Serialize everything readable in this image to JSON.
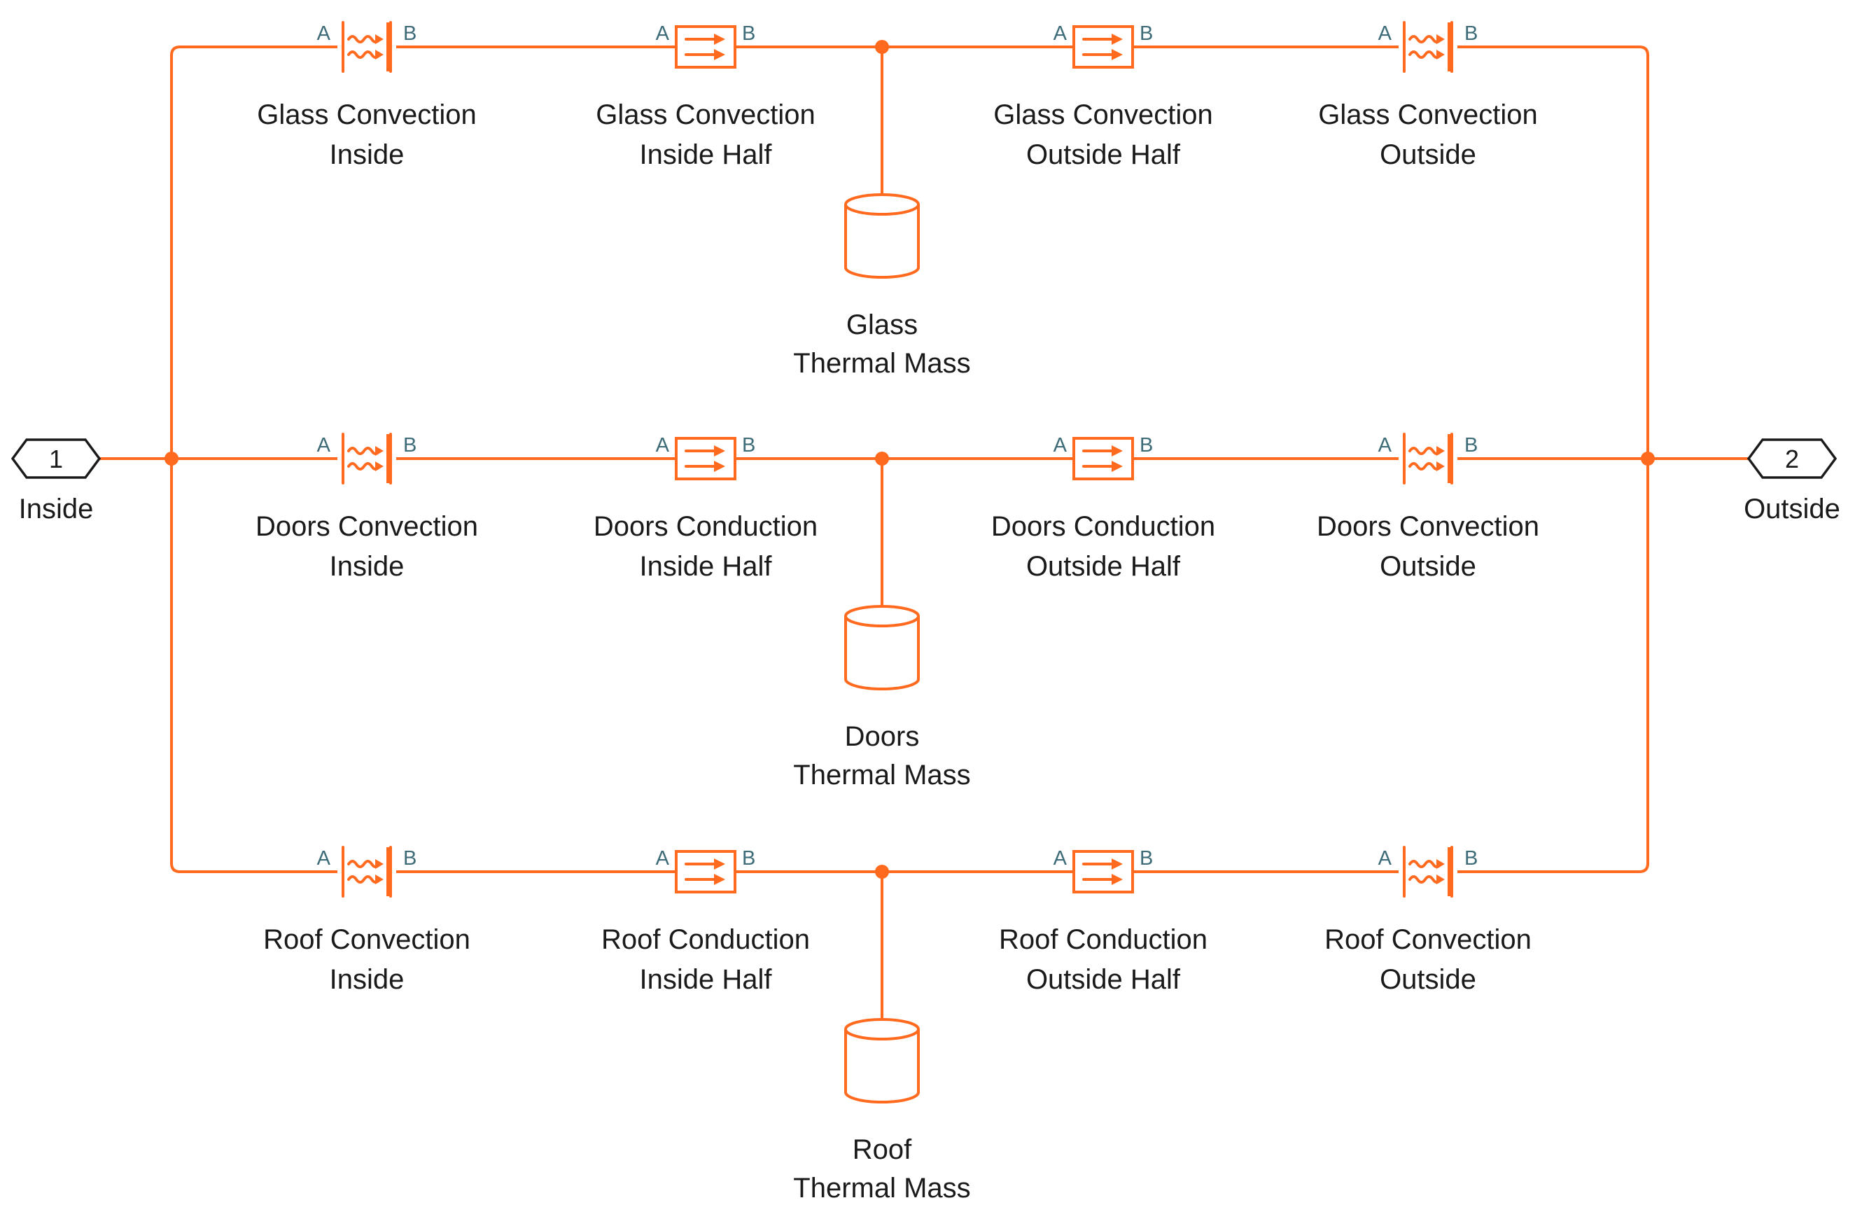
{
  "colors": {
    "wire": "#ff6a1f",
    "port_letter": "#3d6b78",
    "text": "#1a1a1a",
    "background": "#ffffff"
  },
  "ports": {
    "inside": {
      "number": "1",
      "label": "Inside"
    },
    "outside": {
      "number": "2",
      "label": "Outside"
    }
  },
  "block_port_letters": {
    "a": "A",
    "b": "B"
  },
  "rows": [
    {
      "id": "glass",
      "blocks": [
        {
          "kind": "convection",
          "icon": "convective-heat-transfer-icon",
          "line1": "Glass Convection",
          "line2": "Inside"
        },
        {
          "kind": "conduction",
          "icon": "conductive-heat-transfer-icon",
          "line1": "Glass Convection",
          "line2": "Inside Half"
        },
        {
          "kind": "conduction",
          "icon": "conductive-heat-transfer-icon",
          "line1": "Glass Convection",
          "line2": "Outside Half"
        },
        {
          "kind": "convection",
          "icon": "convective-heat-transfer-icon",
          "line1": "Glass Convection",
          "line2": "Outside"
        }
      ],
      "mass": {
        "icon": "thermal-mass-icon",
        "line1": "Glass",
        "line2": "Thermal Mass"
      }
    },
    {
      "id": "doors",
      "blocks": [
        {
          "kind": "convection",
          "icon": "convective-heat-transfer-icon",
          "line1": "Doors Convection",
          "line2": "Inside"
        },
        {
          "kind": "conduction",
          "icon": "conductive-heat-transfer-icon",
          "line1": "Doors Conduction",
          "line2": "Inside Half"
        },
        {
          "kind": "conduction",
          "icon": "conductive-heat-transfer-icon",
          "line1": "Doors Conduction",
          "line2": "Outside Half"
        },
        {
          "kind": "convection",
          "icon": "convective-heat-transfer-icon",
          "line1": "Doors Convection",
          "line2": "Outside"
        }
      ],
      "mass": {
        "icon": "thermal-mass-icon",
        "line1": "Doors",
        "line2": "Thermal Mass"
      }
    },
    {
      "id": "roof",
      "blocks": [
        {
          "kind": "convection",
          "icon": "convective-heat-transfer-icon",
          "line1": "Roof Convection",
          "line2": "Inside"
        },
        {
          "kind": "conduction",
          "icon": "conductive-heat-transfer-icon",
          "line1": "Roof Conduction",
          "line2": "Inside Half"
        },
        {
          "kind": "conduction",
          "icon": "conductive-heat-transfer-icon",
          "line1": "Roof Conduction",
          "line2": "Outside Half"
        },
        {
          "kind": "convection",
          "icon": "convective-heat-transfer-icon",
          "line1": "Roof Convection",
          "line2": "Outside"
        }
      ],
      "mass": {
        "icon": "thermal-mass-icon",
        "line1": "Roof",
        "line2": "Thermal Mass"
      }
    }
  ]
}
